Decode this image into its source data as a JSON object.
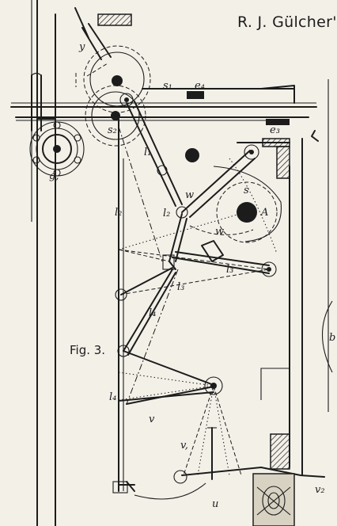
{
  "header": {
    "title": "R. J. Gülcher's"
  },
  "figure": {
    "caption": "Fig. 3."
  },
  "labels": {
    "y": "y",
    "s1": "s₁",
    "s2": "s₂",
    "e4": "e₄",
    "e3": "e₃",
    "g1": "g,",
    "l1": "l₁",
    "l2a": "l₂",
    "l2b": "l₂",
    "l3a": "l₃",
    "l3b": "l₃",
    "l4a": "l₄",
    "l4b": "l₄",
    "w1": "w",
    "w2": "w",
    "s": "s",
    "A": "A",
    "v": "v",
    "v1": "v,",
    "v2": "v₂",
    "u": "u",
    "b": "b"
  }
}
